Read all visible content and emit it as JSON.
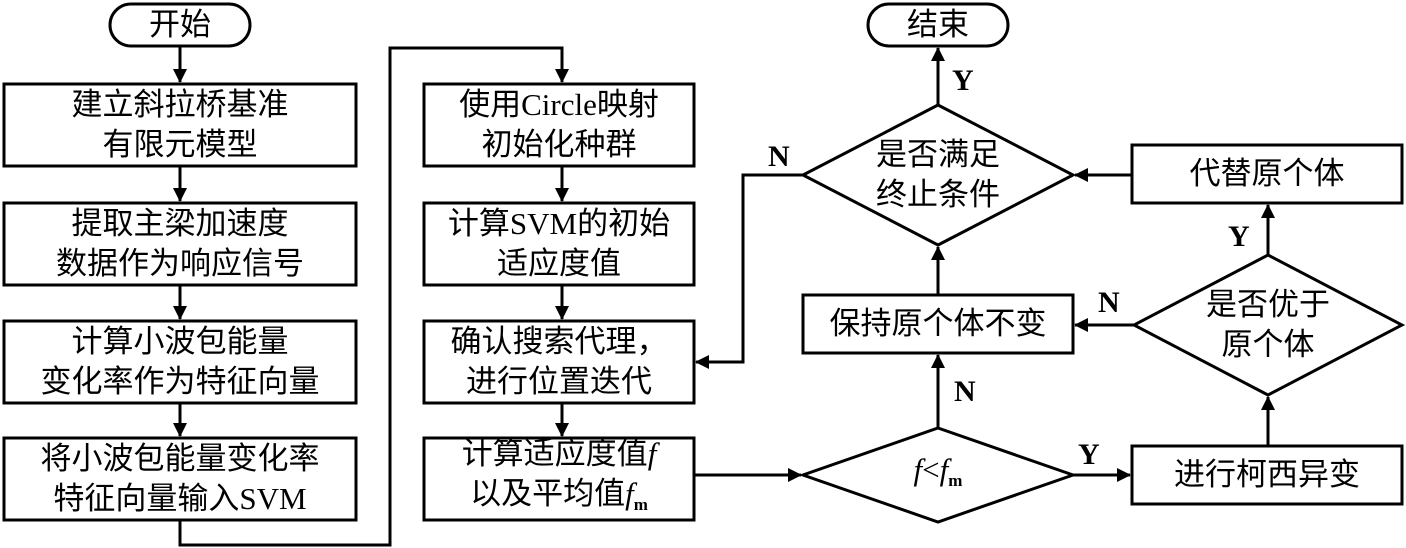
{
  "colors": {
    "stroke": "#000000",
    "background": "#ffffff",
    "text": "#000000"
  },
  "nodes": {
    "start": {
      "type": "terminal",
      "lines": [
        "开始"
      ]
    },
    "build_model": {
      "type": "process",
      "lines": [
        "建立斜拉桥基准",
        "有限元模型"
      ]
    },
    "extract_data": {
      "type": "process",
      "lines": [
        "提取主梁加速度",
        "数据作为响应信号"
      ]
    },
    "compute_features": {
      "type": "process",
      "lines": [
        "计算小波包能量",
        "变化率作为特征向量"
      ]
    },
    "input_svm": {
      "type": "process",
      "lines": [
        "将小波包能量变化率",
        "特征向量输入SVM"
      ]
    },
    "init_population": {
      "type": "process",
      "lines": [
        "使用Circle映射",
        "初始化种群"
      ]
    },
    "initial_fitness": {
      "type": "process",
      "lines": [
        "计算SVM的初始",
        "适应度值"
      ]
    },
    "confirm_agent": {
      "type": "process",
      "lines": [
        "确认搜索代理，",
        "进行位置迭代"
      ]
    },
    "compute_fitness": {
      "type": "process",
      "line1": "计算适应度值",
      "line2": "以及平均值",
      "var_f": "f",
      "var_sub": "m"
    },
    "compare_mean": {
      "type": "decision",
      "var_f": "f",
      "op": "<",
      "var_sub": "m"
    },
    "keep_individual": {
      "type": "process",
      "lines": [
        "保持原个体不变"
      ]
    },
    "cauchy_mutation": {
      "type": "process",
      "lines": [
        "进行柯西异变"
      ]
    },
    "better_than_original": {
      "type": "decision",
      "lines": [
        "是否优于",
        "原个体"
      ]
    },
    "replace_individual": {
      "type": "process",
      "lines": [
        "代替原个体"
      ]
    },
    "termination_check": {
      "type": "decision",
      "lines": [
        "是否满足",
        "终止条件"
      ]
    },
    "end": {
      "type": "terminal",
      "lines": [
        "结束"
      ]
    }
  },
  "edge_labels": {
    "term_yes": "Y",
    "term_no": "N",
    "compare_yes": "Y",
    "compare_no": "N",
    "better_yes": "Y",
    "better_no": "N"
  }
}
